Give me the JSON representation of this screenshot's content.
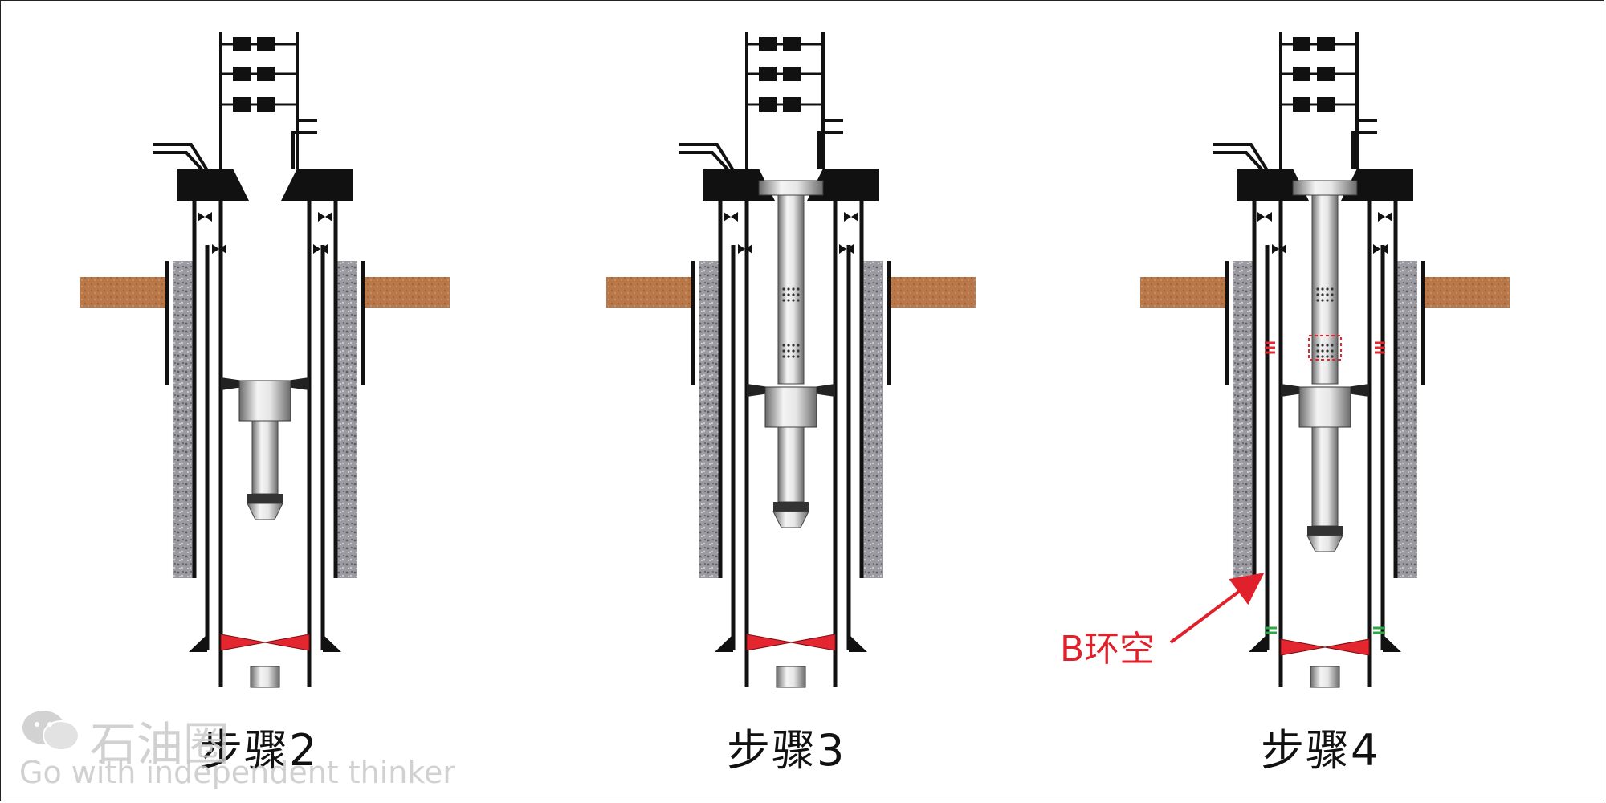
{
  "panels": [
    {
      "label": "步骤2"
    },
    {
      "label": "步骤3"
    },
    {
      "label": "步骤4"
    }
  ],
  "annotation": "B环空",
  "watermark": {
    "brand": "石油圈",
    "slogan": "Go with independent thinker"
  },
  "colors": {
    "soil": "#b8784a",
    "cement": "#9a9aa0",
    "casing": "#111111",
    "plug": "#e3262f",
    "marker_red": "#e3262f",
    "marker_green": "#2aa845",
    "tubing_light": "#e6e6e6",
    "tubing_dark": "#6a6a6a",
    "annotation": "#e0202a"
  },
  "icons": [
    "wechat-icon"
  ]
}
